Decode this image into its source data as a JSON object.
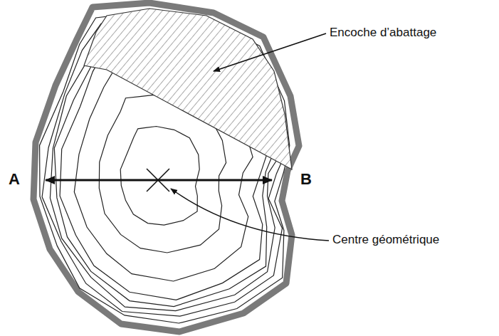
{
  "diagram": {
    "labels": [
      "Encoche d’abattage",
      "Centre géométrique",
      "A",
      "B"
    ]
  }
}
